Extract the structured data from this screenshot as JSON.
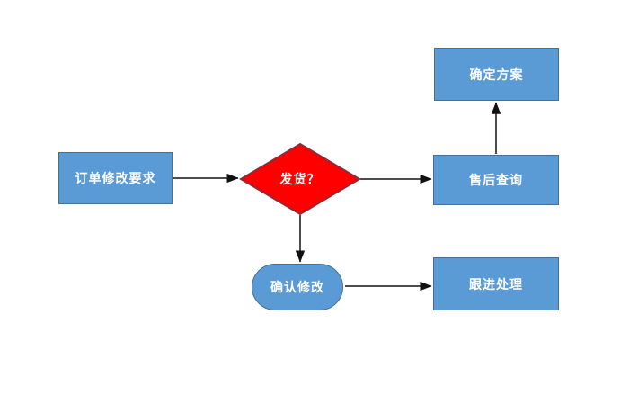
{
  "diagram": {
    "type": "flowchart",
    "nodes": [
      {
        "id": "order-request",
        "label": "订单修改要求",
        "shape": "rectangle",
        "fill": "#5b9bd5",
        "border": "#41719c"
      },
      {
        "id": "shipping-decision",
        "label": "发货？",
        "shape": "diamond",
        "fill": "#fe0000",
        "border": "#8e2b38"
      },
      {
        "id": "confirm-plan",
        "label": "确定方案",
        "shape": "rectangle",
        "fill": "#5b9bd5",
        "border": "#41719c"
      },
      {
        "id": "aftersales-inquiry",
        "label": "售后查询",
        "shape": "rectangle",
        "fill": "#5b9bd5",
        "border": "#41719c"
      },
      {
        "id": "confirm-modification",
        "label": "确认修改",
        "shape": "stadium",
        "fill": "#5b9bd5",
        "border": "#41719c"
      },
      {
        "id": "followup-handling",
        "label": "跟进处理",
        "shape": "rectangle",
        "fill": "#5b9bd5",
        "border": "#41719c"
      }
    ],
    "edges": [
      {
        "from": "order-request",
        "to": "shipping-decision"
      },
      {
        "from": "shipping-decision",
        "to": "aftersales-inquiry"
      },
      {
        "from": "aftersales-inquiry",
        "to": "confirm-plan"
      },
      {
        "from": "shipping-decision",
        "to": "confirm-modification"
      },
      {
        "from": "confirm-modification",
        "to": "followup-handling"
      }
    ],
    "colors": {
      "node_fill": "#5b9bd5",
      "node_border": "#41719c",
      "decision_fill": "#fe0000",
      "decision_border": "#8e2b38",
      "arrow": "#111111",
      "text": "#ffffff",
      "background": "#ffffff"
    }
  }
}
